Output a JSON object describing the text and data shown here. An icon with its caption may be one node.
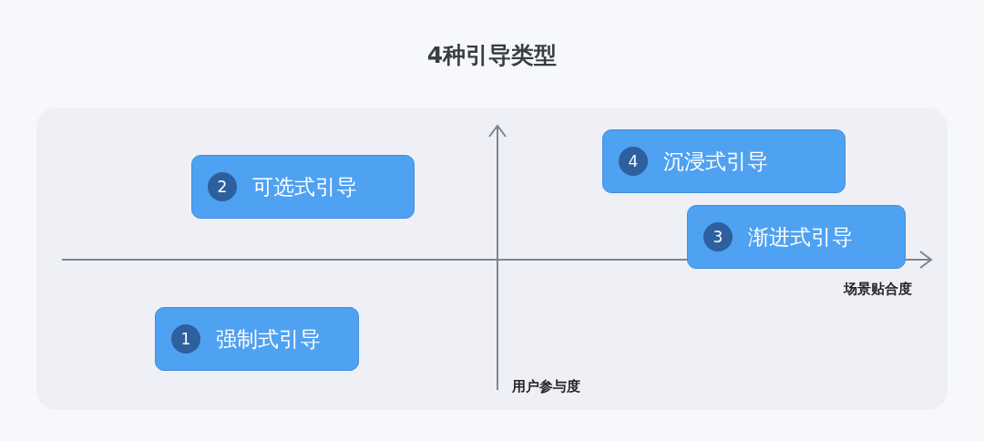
{
  "diagram": {
    "title": "4种引导类型",
    "nodes": [
      {
        "text": [
          "4",
          "沉浸式引导"
        ]
      },
      {
        "text": [
          "2",
          "可选式引导"
        ]
      },
      {
        "text": [
          "3",
          "渐进式引导"
        ]
      },
      {
        "text": [
          "1",
          "强制式引导"
        ]
      }
    ],
    "labels": [
      "场景贴合度",
      "用户参与度"
    ]
  }
}
